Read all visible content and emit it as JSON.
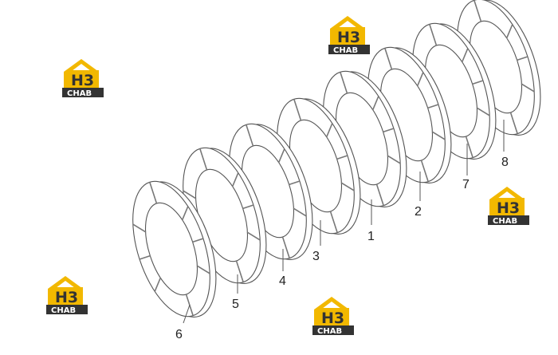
{
  "diagram": {
    "callouts": [
      "1",
      "2",
      "3",
      "4",
      "5",
      "6",
      "7",
      "8"
    ],
    "watermark": {
      "letters": "H3",
      "caption": "CHAB",
      "colors": {
        "roof": "#f2b800",
        "dark": "#333333",
        "white": "#ffffff"
      }
    },
    "line_color": "#555555"
  }
}
